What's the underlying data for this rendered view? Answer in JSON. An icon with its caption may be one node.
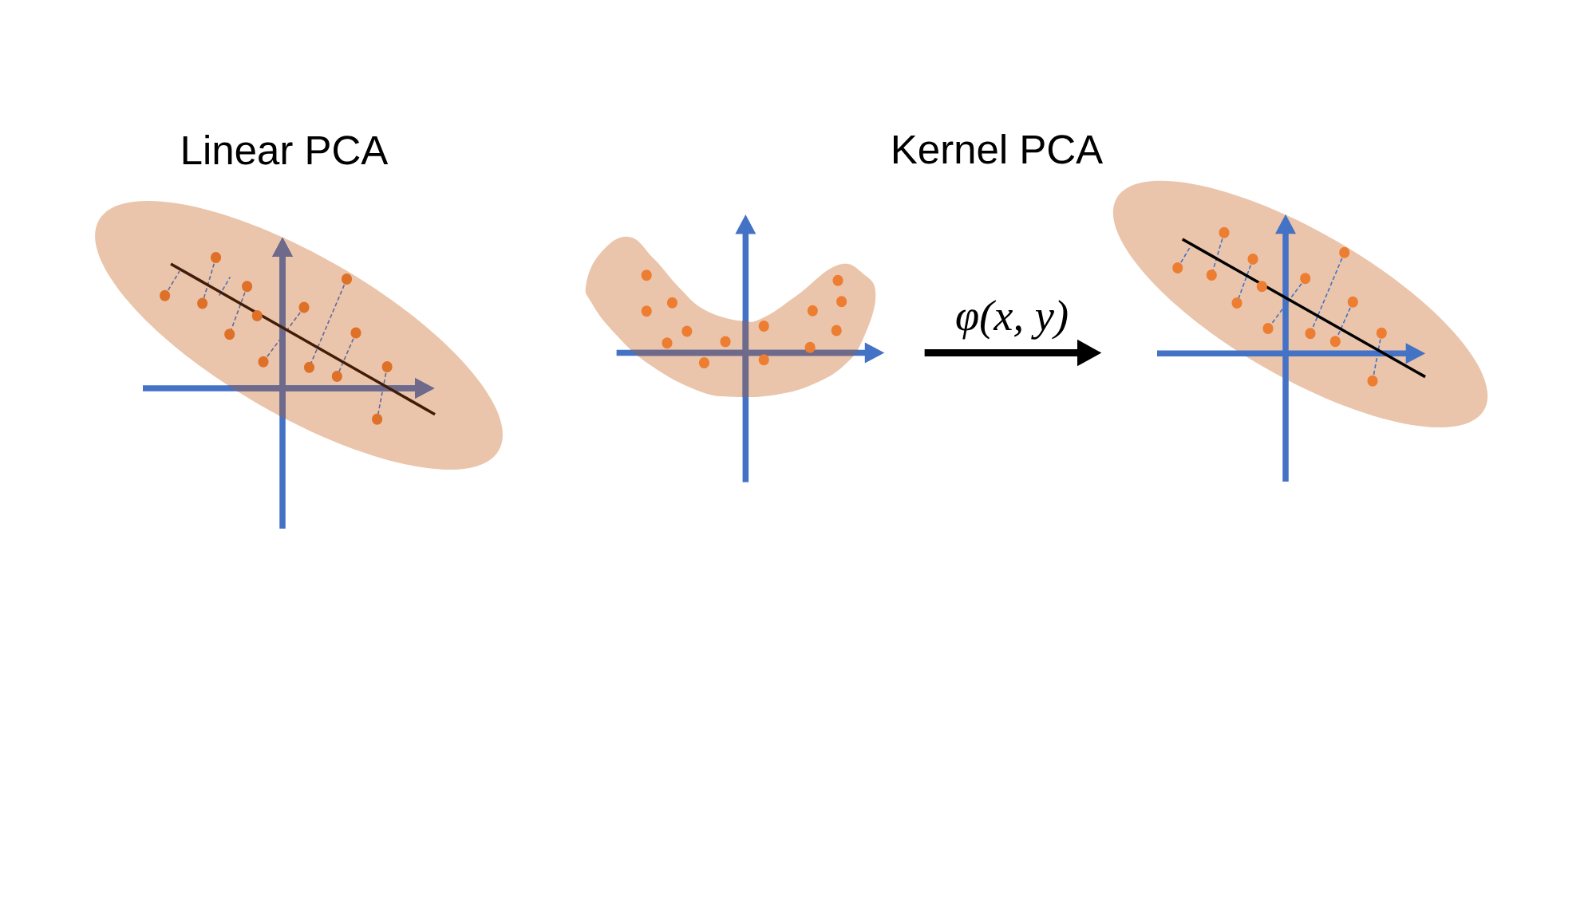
{
  "diagram": {
    "nodes": [
      {
        "text": [],
        "shape": "picture"
      },
      {
        "text": [],
        "shape": "picture"
      },
      {
        "text": [],
        "shape": "picture"
      }
    ],
    "edges": [
      {
        "from": 1,
        "to": 2,
        "arrow": "to",
        "label": "φ(x, y)"
      }
    ],
    "labels": [
      "Linear PCA",
      "Kernel PCA"
    ]
  }
}
